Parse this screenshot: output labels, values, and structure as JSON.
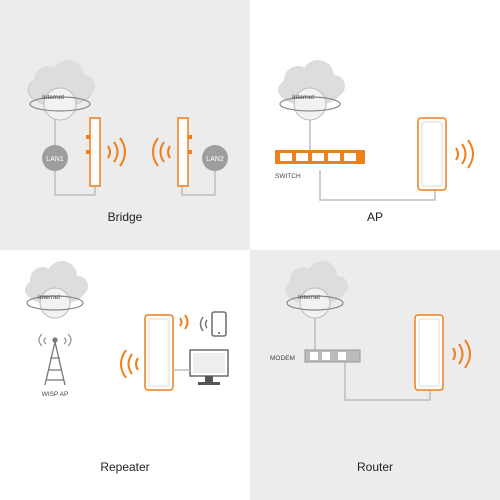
{
  "panels": {
    "bridge": {
      "caption": "Bridge",
      "bg": "#ececec",
      "cloud_label": "Internet",
      "lan1": "LAN1",
      "lan2": "LAN2"
    },
    "ap": {
      "caption": "AP",
      "bg": "#ffffff",
      "cloud_label": "Internet",
      "switch_label": "SWITCH"
    },
    "repeater": {
      "caption": "Repeater",
      "bg": "#ffffff",
      "cloud_label": "Internet",
      "wisp_label": "WISP AP"
    },
    "router": {
      "caption": "Router",
      "bg": "#ececec",
      "cloud_label": "Internet",
      "modem_label": "MODEM"
    }
  },
  "colors": {
    "accent": "#f07f1a",
    "device_border": "#f07f1a",
    "cable": "#bdbdbd",
    "text": "#222222"
  },
  "icons": [
    "cloud-icon",
    "globe-icon",
    "cpe-device-icon",
    "wifi-signal-icon",
    "switch-icon",
    "modem-icon",
    "tower-icon",
    "phone-icon",
    "computer-icon"
  ]
}
